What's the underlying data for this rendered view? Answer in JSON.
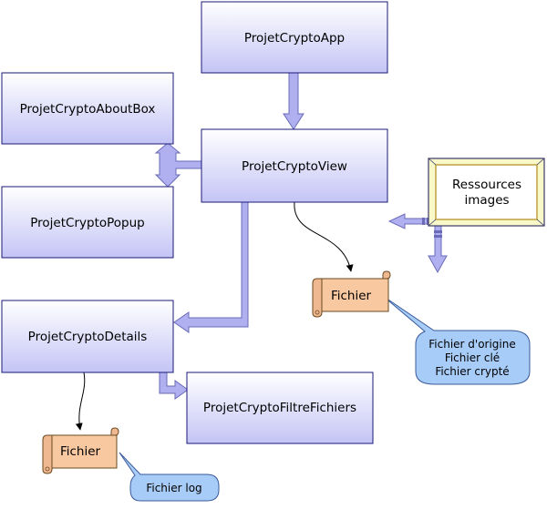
{
  "boxes": {
    "app": "ProjetCryptoApp",
    "about": "ProjetCryptoAboutBox",
    "view": "ProjetCryptoView",
    "popup": "ProjetCryptoPopup",
    "details": "ProjetCryptoDetails",
    "filtre": "ProjetCryptoFiltreFichiers"
  },
  "resources": {
    "line1": "Ressources",
    "line2": "images"
  },
  "scrolls": {
    "fichier_main": "Fichier",
    "fichier_log": "Fichier"
  },
  "callouts": {
    "main_lines": [
      "Fichier d'origine",
      "Fichier clé",
      "Fichier crypté"
    ],
    "log": "Fichier log"
  },
  "colors": {
    "box_top": "#ffffff",
    "box_bottom": "#c8c8f8",
    "box_border": "#1a1a7a",
    "arrow_fill": "#b0b0f0",
    "arrow_stroke": "#6a6ab8",
    "scroll_fill": "#f8c8a0",
    "scroll_stroke": "#6a4a20",
    "callout_fill": "#a8ccf8",
    "callout_stroke": "#3a5a9a",
    "resource_border": "#3a3a6a",
    "resource_frame": "#f8f8c8",
    "resource_inner_border": "#c0a040"
  }
}
